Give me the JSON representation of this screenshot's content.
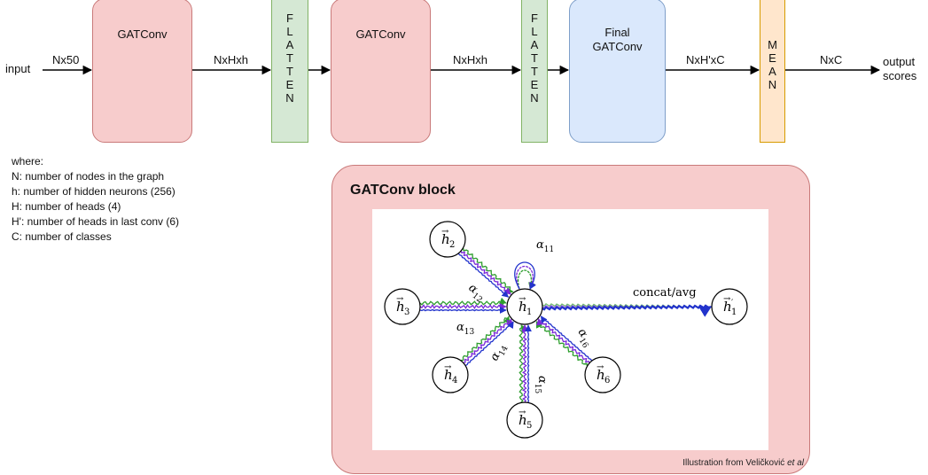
{
  "pipeline": {
    "input_label": "input",
    "output_label": "output\nscores",
    "gatconv1": "GATConv",
    "gatconv2": "GATConv",
    "final_gatconv": "Final\nGATConv",
    "flatten1": "F\nL\nA\nT\nT\nE\nN",
    "flatten2": "F\nL\nA\nT\nT\nE\nN",
    "mean": "M\nE\nA\nN",
    "edge_labels": [
      "Nx50",
      "NxHxh",
      "NxHxh",
      "NxH'xC",
      "NxC"
    ]
  },
  "legend": {
    "heading": "where:",
    "lines": [
      "N: number of nodes in the graph",
      "h: number of hidden neurons (256)",
      "H: number of heads (4)",
      "H': number of heads in last conv (6)",
      "C: number of classes"
    ]
  },
  "gat_block": {
    "title": "GATConv block",
    "credit_prefix": "Illustration from Veličković ",
    "credit_suffix": "et al",
    "illustration": {
      "center_node": "h1",
      "neighbor_nodes": [
        "h2",
        "h3",
        "h4",
        "h5",
        "h6"
      ],
      "output_node": "h'1",
      "attention_labels": [
        "α11",
        "α12",
        "α13",
        "α14",
        "α15",
        "α16"
      ],
      "aggregation_label": "concat/avg",
      "head_colors": [
        "#2e9e2e",
        "#7a28d8",
        "#2233cc"
      ]
    }
  }
}
